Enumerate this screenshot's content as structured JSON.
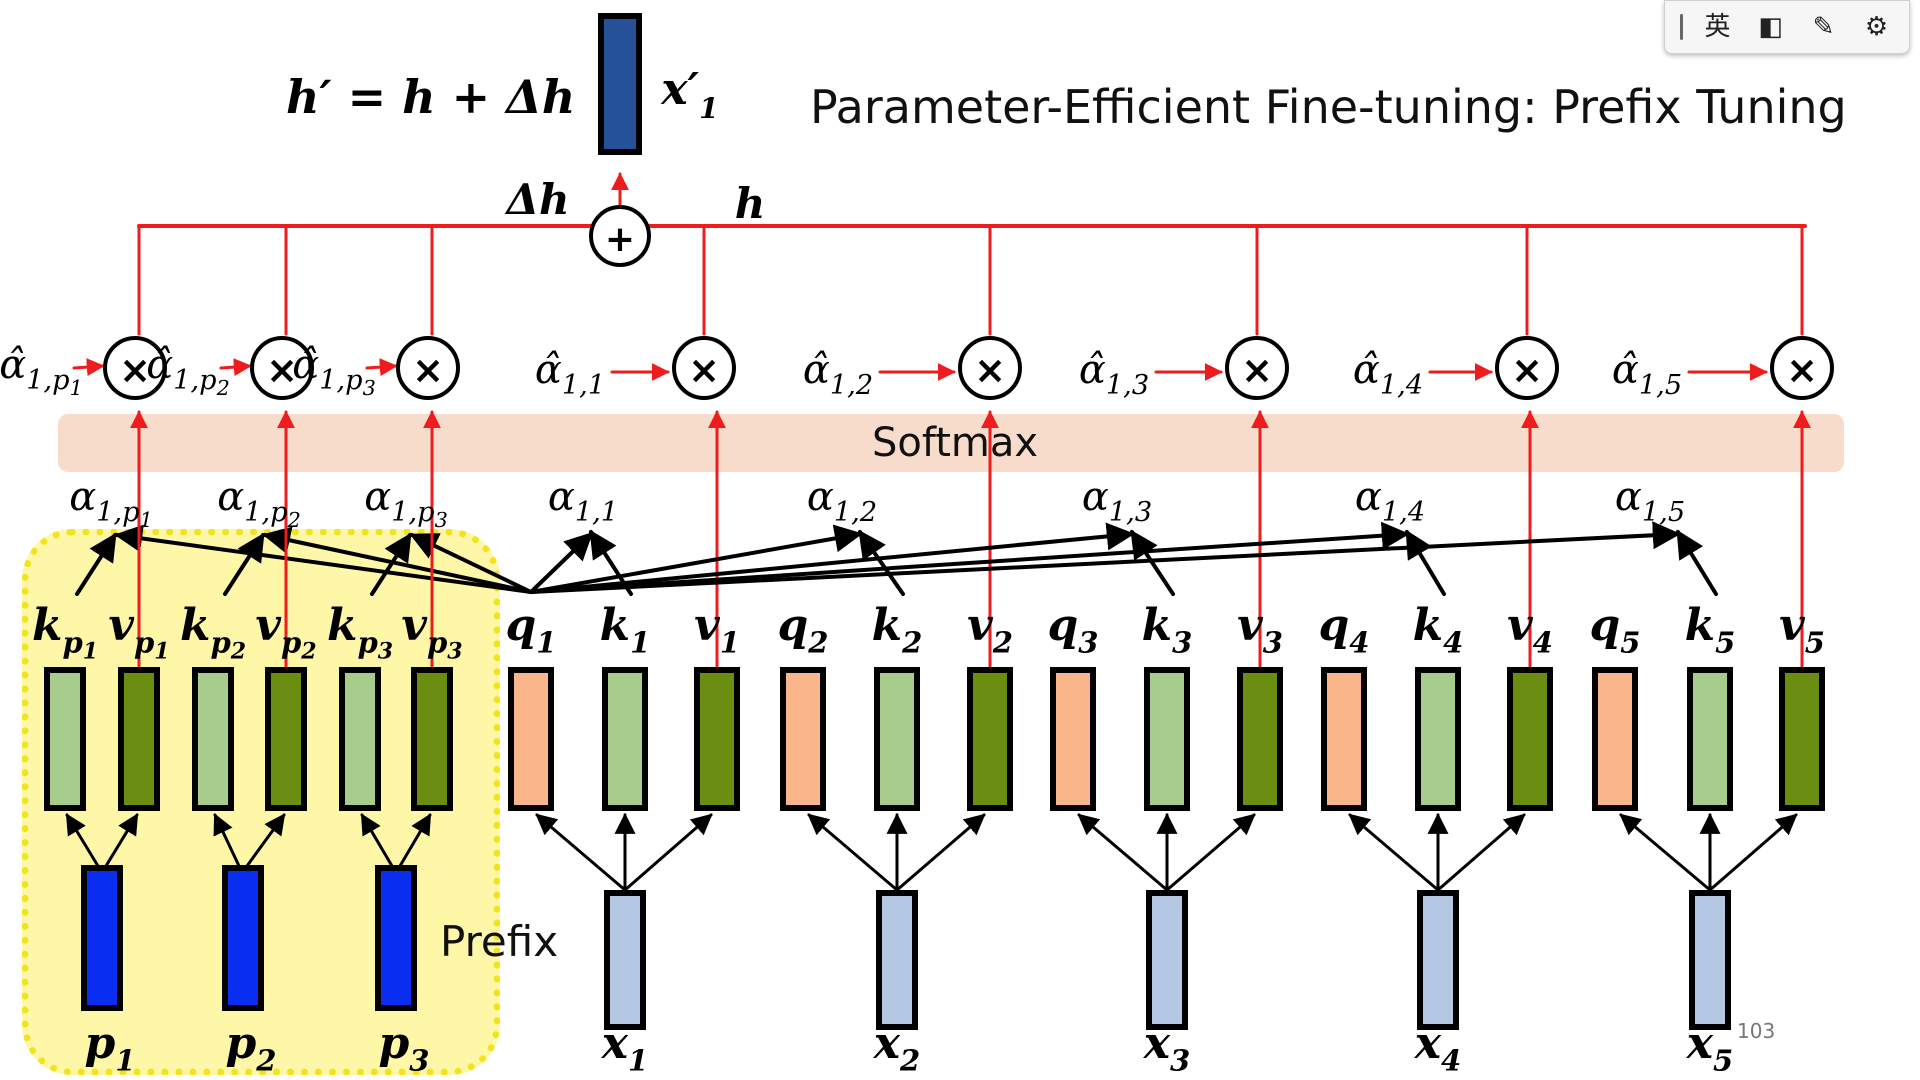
{
  "slide": {
    "title": "Parameter-Efficient Fine-tuning: Prefix Tuning",
    "formula": "h′ = h + Δh",
    "output_label": "x′",
    "output_sub": "1",
    "delta_label": "Δh",
    "h_label": "h",
    "plus_symbol": "+",
    "times_symbol": "×",
    "softmax_label": "Softmax",
    "prefix_label": "Prefix",
    "page_number": "103"
  },
  "colors": {
    "red": "#ee1c1c",
    "query": "#f8b68a",
    "key": "#a8cc8c",
    "value": "#6b8e12",
    "prefix_input": "#0a2ef0",
    "token_input": "#b4c8e6",
    "output_vector": "#25509a",
    "softmax_bg": "#f8dccb",
    "prefix_bg": "#fff7a8",
    "prefix_border": "#f2e31c"
  },
  "prefix": {
    "inputs": [
      {
        "base": "p",
        "sub": "1"
      },
      {
        "base": "p",
        "sub": "2"
      },
      {
        "base": "p",
        "sub": "3"
      }
    ],
    "keys": [
      {
        "base": "k",
        "sub": "p",
        "subsub": "1"
      },
      {
        "base": "k",
        "sub": "p",
        "subsub": "2"
      },
      {
        "base": "k",
        "sub": "p",
        "subsub": "3"
      }
    ],
    "values": [
      {
        "base": "v",
        "sub": "p",
        "subsub": "1"
      },
      {
        "base": "v",
        "sub": "p",
        "subsub": "2"
      },
      {
        "base": "v",
        "sub": "p",
        "subsub": "3"
      }
    ],
    "alphas": [
      {
        "sub": "1,p",
        "subsub": "1"
      },
      {
        "sub": "1,p",
        "subsub": "2"
      },
      {
        "sub": "1,p",
        "subsub": "3"
      }
    ],
    "alpha_hats": [
      {
        "sub": "1,p",
        "subsub": "1"
      },
      {
        "sub": "1,p",
        "subsub": "2"
      },
      {
        "sub": "1,p",
        "subsub": "3"
      }
    ]
  },
  "tokens": [
    {
      "x": {
        "base": "x",
        "sub": "1"
      },
      "q": {
        "base": "q",
        "sub": "1"
      },
      "k": {
        "base": "k",
        "sub": "1"
      },
      "v": {
        "base": "v",
        "sub": "1"
      },
      "alpha": {
        "sub": "1,1"
      },
      "alpha_hat": {
        "sub": "1,1"
      }
    },
    {
      "x": {
        "base": "x",
        "sub": "2"
      },
      "q": {
        "base": "q",
        "sub": "2"
      },
      "k": {
        "base": "k",
        "sub": "2"
      },
      "v": {
        "base": "v",
        "sub": "2"
      },
      "alpha": {
        "sub": "1,2"
      },
      "alpha_hat": {
        "sub": "1,2"
      }
    },
    {
      "x": {
        "base": "x",
        "sub": "3"
      },
      "q": {
        "base": "q",
        "sub": "3"
      },
      "k": {
        "base": "k",
        "sub": "3"
      },
      "v": {
        "base": "v",
        "sub": "3"
      },
      "alpha": {
        "sub": "1,3"
      },
      "alpha_hat": {
        "sub": "1,3"
      }
    },
    {
      "x": {
        "base": "x",
        "sub": "4"
      },
      "q": {
        "base": "q",
        "sub": "4"
      },
      "k": {
        "base": "k",
        "sub": "4"
      },
      "v": {
        "base": "v",
        "sub": "4"
      },
      "alpha": {
        "sub": "1,4"
      },
      "alpha_hat": {
        "sub": "1,4"
      }
    },
    {
      "x": {
        "base": "x",
        "sub": "5"
      },
      "q": {
        "base": "q",
        "sub": "5"
      },
      "k": {
        "base": "k",
        "sub": "5"
      },
      "v": {
        "base": "v",
        "sub": "5"
      },
      "alpha": {
        "sub": "1,5"
      },
      "alpha_hat": {
        "sub": "1,5"
      }
    }
  ],
  "toolbar": {
    "grip_icon": "grip-icon",
    "language_label": "英",
    "items": [
      {
        "name": "ime-mode-toggle",
        "icon": "half-square-icon",
        "glyph": "◧"
      },
      {
        "name": "ime-handwriting-button",
        "icon": "pen-pad-icon",
        "glyph": "✎"
      },
      {
        "name": "ime-settings-button",
        "icon": "gear-icon",
        "glyph": "⚙"
      }
    ]
  }
}
